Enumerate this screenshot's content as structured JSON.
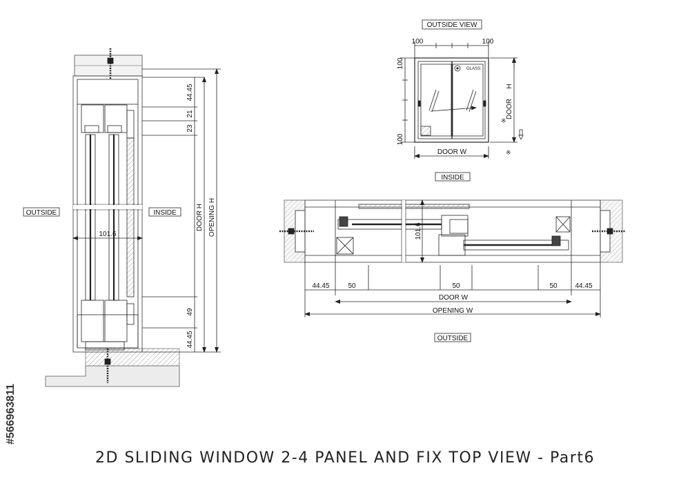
{
  "labels": {
    "outside_view": "OUTSIDE VIEW",
    "inside_top": "INSIDE",
    "outside_top": "OUTSIDE",
    "outside_left": "OUTSIDE",
    "inside_left": "INSIDE",
    "glass": "GLASS:",
    "door_w": "DOOR   W",
    "opening_w": "OPENING   W",
    "door_h": "DOOR   H",
    "opening_h": "OPENING   H",
    "door_h_small": "DOOR",
    "h_small": "H"
  },
  "dims": {
    "d100": "100",
    "d101_6": "101.6",
    "d44_45": "44.45",
    "d50": "50",
    "d23": "23",
    "d21": "21",
    "d49": "49",
    "star": "※"
  },
  "title": "2D SLIDING WINDOW 2-4 PANEL AND FIX TOP VIEW - Part6",
  "watermark_id": "#566963811",
  "colors": {
    "line": "#222222",
    "hatch": "#9a9a9a",
    "wall": "#d6d6d6"
  }
}
